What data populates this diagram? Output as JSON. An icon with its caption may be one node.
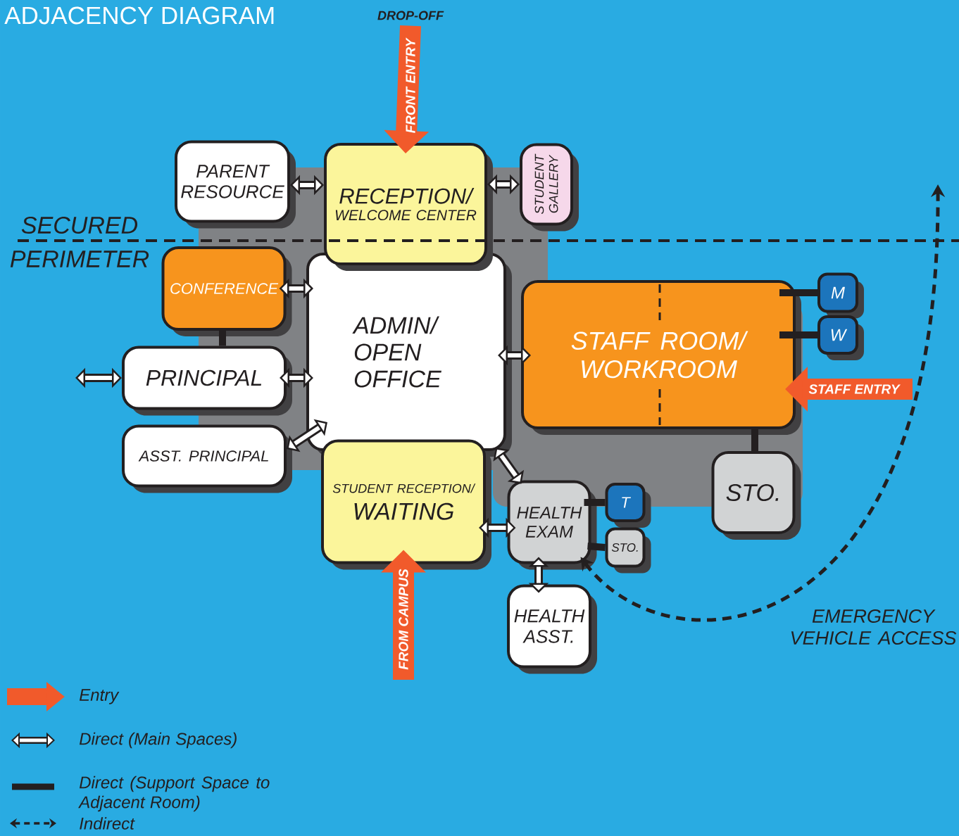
{
  "diagram": {
    "title": "ADJACENCY DIAGRAM",
    "nodes": [
      {
        "text": [
          "PARENT RESOURCE"
        ]
      },
      {
        "text": [
          "RECEPTION/",
          "WELCOME CENTER"
        ]
      },
      {
        "text": [
          "STUDENT GALLERY"
        ]
      },
      {
        "text": [
          "CONFERENCE"
        ]
      },
      {
        "text": [
          "ADMIN/ OPEN OFFICE"
        ]
      },
      {
        "text": [
          "PRINCIPAL"
        ]
      },
      {
        "text": [
          "ASST. PRINCIPAL"
        ]
      },
      {
        "text": [
          "STAFF ROOM/ WORKROOM"
        ]
      },
      {
        "text": [
          "M"
        ]
      },
      {
        "text": [
          "W"
        ]
      },
      {
        "text": [
          "STUDENT RECEPTION/",
          "WAITING"
        ]
      },
      {
        "text": [
          "HEALTH EXAM"
        ]
      },
      {
        "text": [
          "T"
        ]
      },
      {
        "text": [
          "STO."
        ]
      },
      {
        "text": [
          "STO."
        ]
      },
      {
        "text": [
          "HEALTH ASST."
        ]
      },
      {
        "text": [
          "DROP-OFF"
        ]
      }
    ],
    "edges": [
      {
        "from": 0,
        "to": 1,
        "arrow": "both"
      },
      {
        "from": 1,
        "to": 2,
        "arrow": "both"
      },
      {
        "from": 3,
        "to": 4,
        "arrow": "both"
      },
      {
        "from": 3,
        "to": 5,
        "arrow": "none"
      },
      {
        "from": null,
        "to": 5,
        "arrow": "both"
      },
      {
        "from": 5,
        "to": 4,
        "arrow": "both"
      },
      {
        "from": 6,
        "to": 4,
        "arrow": "both"
      },
      {
        "from": 4,
        "to": 7,
        "arrow": "both"
      },
      {
        "from": 4,
        "to": 11,
        "arrow": "both"
      },
      {
        "from": 10,
        "to": 11,
        "arrow": "both"
      },
      {
        "from": 11,
        "to": 15,
        "arrow": "both"
      },
      {
        "from": 7,
        "to": 8,
        "arrow": "none"
      },
      {
        "from": 7,
        "to": 9,
        "arrow": "none"
      },
      {
        "from": 7,
        "to": 14,
        "arrow": "none"
      },
      {
        "from": 11,
        "to": 12,
        "arrow": "none"
      },
      {
        "from": 11,
        "to": 13,
        "arrow": "none"
      },
      {
        "from": 16,
        "to": 1,
        "arrow": "to",
        "label": "FRONT ENTRY",
        "style": "thick",
        "color": "#f15a2b"
      },
      {
        "from": null,
        "to": 7,
        "arrow": "to",
        "label": "STAFF ENTRY",
        "style": "thick",
        "color": "#f15a2b"
      },
      {
        "from": null,
        "to": 10,
        "arrow": "to",
        "label": "FROM CAMPUS",
        "style": "thick",
        "color": "#f15a2b"
      },
      {
        "from": 11,
        "to": null,
        "arrow": "both",
        "style": "dashed"
      }
    ],
    "labels": [
      "SECURED",
      "PERIMETER",
      "EMERGENCY VEHICLE ACCESS"
    ],
    "legend": [
      {
        "text": "Entry"
      },
      {
        "text": "Direct (Main Spaces)"
      },
      {
        "text": "Direct (Support Space to Adjacent Room)"
      },
      {
        "text": "Indirect"
      }
    ]
  }
}
